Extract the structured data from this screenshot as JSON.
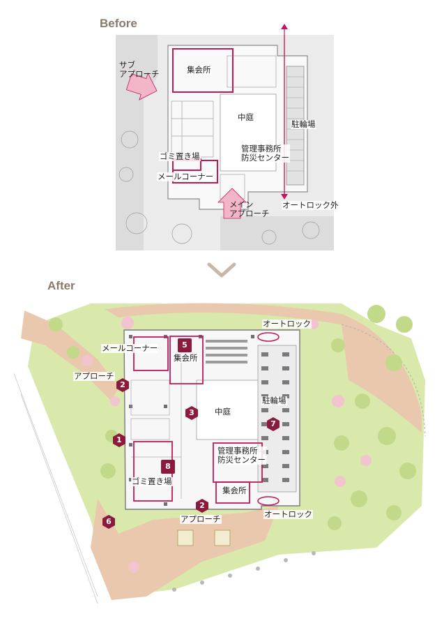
{
  "before": {
    "heading": "Before",
    "labels": {
      "sub_approach": "サブ\nアプローチ",
      "assembly_hall": "集会所",
      "courtyard": "中庭",
      "bicycle_parking": "駐輪場",
      "garbage": "ゴミ置き場",
      "management": "管理事務所\n防災センター",
      "mail_corner": "メールコーナー",
      "main_approach": "メイン\nアプローチ",
      "autolock_outside": "オートロック外"
    }
  },
  "divider_icon": "chevron-down-icon",
  "after": {
    "heading": "After",
    "labels": {
      "autolock_top": "オートロック",
      "mail_corner": "メールコーナー",
      "assembly_hall_top": "集会所",
      "approach_left": "アプローチ",
      "courtyard": "中庭",
      "bicycle_parking": "駐輪場",
      "management": "管理事務所\n防災センター",
      "garbage": "ゴミ置き場",
      "assembly_hall_bottom": "集会所",
      "approach_bottom": "アプローチ",
      "autolock_bottom": "オートロック"
    },
    "badges": [
      "1",
      "2",
      "2",
      "3",
      "5",
      "6",
      "7",
      "8"
    ]
  },
  "colors": {
    "accent": "#c2185b",
    "badge": "#8b1a3c",
    "heading": "#8a7a6a",
    "chevron": "#c8b8a8",
    "green": "#d6e6a8",
    "path": "#e6c3a9",
    "building": "#f7f7f7"
  }
}
